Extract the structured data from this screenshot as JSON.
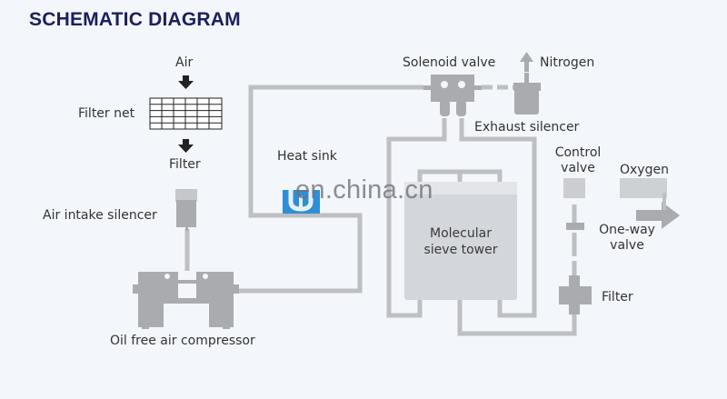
{
  "header": {
    "title": "SCHEMATIC DIAGRAM"
  },
  "labels": {
    "air": "Air",
    "filter_net": "Filter net",
    "filter_left": "Filter",
    "air_intake_silencer": "Air intake silencer",
    "compressor": "Oil free air compressor",
    "heat_sink": "Heat sink",
    "solenoid_valve": "Solenoid valve",
    "nitrogen": "Nitrogen",
    "exhaust_silencer": "Exhaust silencer",
    "control_valve_line1": "Control",
    "control_valve_line2": "valve",
    "oxygen": "Oxygen",
    "one_way_valve_line1": "One-way",
    "one_way_valve_line2": "valve",
    "filter_right": "Filter",
    "tower_line1": "Molecular",
    "tower_line2": "sieve tower"
  },
  "watermark": "en.china.cn",
  "colors": {
    "title": "#1c1f5c",
    "pipe": "#bdbfc2",
    "component": "#a9abae",
    "tower_fill": "#d3d6da",
    "heat_sink_icon": "#2f8fd6",
    "background": "#f3f6fa"
  }
}
